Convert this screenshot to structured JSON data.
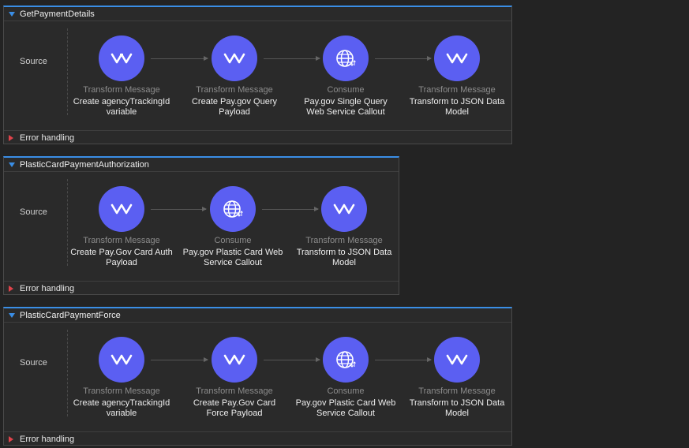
{
  "flows": [
    {
      "title": "GetPaymentDetails",
      "source_label": "Source",
      "error_handling": "Error handling",
      "nodes": [
        {
          "type": "Transform Message",
          "name": "Create agencyTrackingId variable",
          "icon": "transform-icon"
        },
        {
          "type": "Transform Message",
          "name": "Create Pay.gov Query Payload",
          "icon": "transform-icon"
        },
        {
          "type": "Consume",
          "name": "Pay.gov Single Query Web Service Callout",
          "icon": "globe-icon"
        },
        {
          "type": "Transform Message",
          "name": "Transform to JSON Data Model",
          "icon": "transform-icon"
        }
      ]
    },
    {
      "title": "PlasticCardPaymentAuthorization",
      "source_label": "Source",
      "error_handling": "Error handling",
      "nodes": [
        {
          "type": "Transform Message",
          "name": "Create Pay.Gov Card Auth Payload",
          "icon": "transform-icon"
        },
        {
          "type": "Consume",
          "name": "Pay.gov Plastic Card Web Service Callout",
          "icon": "globe-icon"
        },
        {
          "type": "Transform Message",
          "name": "Transform to JSON Data Model",
          "icon": "transform-icon"
        }
      ]
    },
    {
      "title": "PlasticCardPaymentForce",
      "source_label": "Source",
      "error_handling": "Error handling",
      "nodes": [
        {
          "type": "Transform Message",
          "name": "Create agencyTrackingId variable",
          "icon": "transform-icon"
        },
        {
          "type": "Transform Message",
          "name": "Create Pay.Gov Card Force Payload",
          "icon": "transform-icon"
        },
        {
          "type": "Consume",
          "name": "Pay.gov Plastic Card Web Service Callout",
          "icon": "globe-icon"
        },
        {
          "type": "Transform Message",
          "name": "Transform to JSON Data Model",
          "icon": "transform-icon"
        }
      ]
    }
  ],
  "colors": {
    "accent": "#3a8ee6",
    "node_fill": "#5b5ff2",
    "error_triangle": "#e0434b"
  }
}
